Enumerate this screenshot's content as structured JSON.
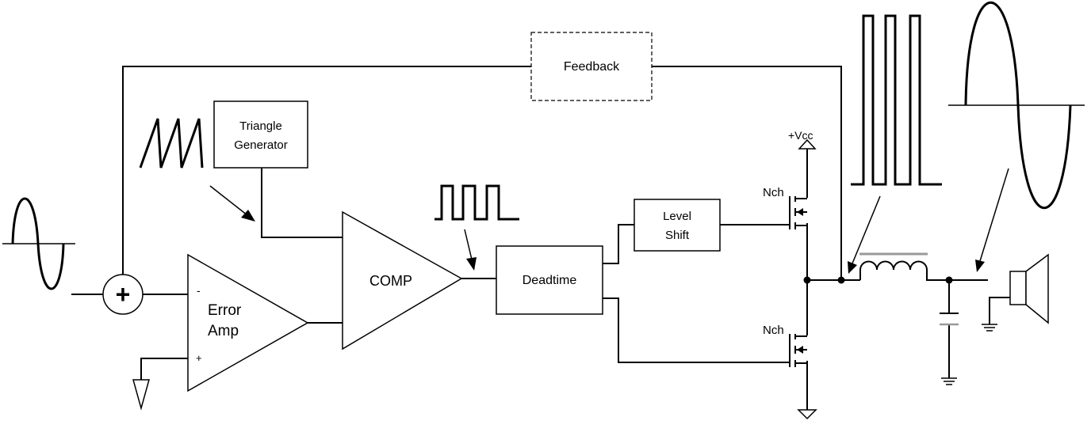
{
  "blocks": {
    "feedback": "Feedback",
    "triangle_line1": "Triangle",
    "triangle_line2": "Generator",
    "level_shift_line1": "Level",
    "level_shift_line2": "Shift",
    "deadtime": "Deadtime",
    "comp": "COMP",
    "error_amp_line1": "Error",
    "error_amp_line2": "Amp"
  },
  "labels": {
    "summer_sign": "+",
    "minus_input": "-",
    "plus_input": "+",
    "vcc": "+Vcc",
    "nch_top": "Nch",
    "nch_bottom": "Nch"
  }
}
